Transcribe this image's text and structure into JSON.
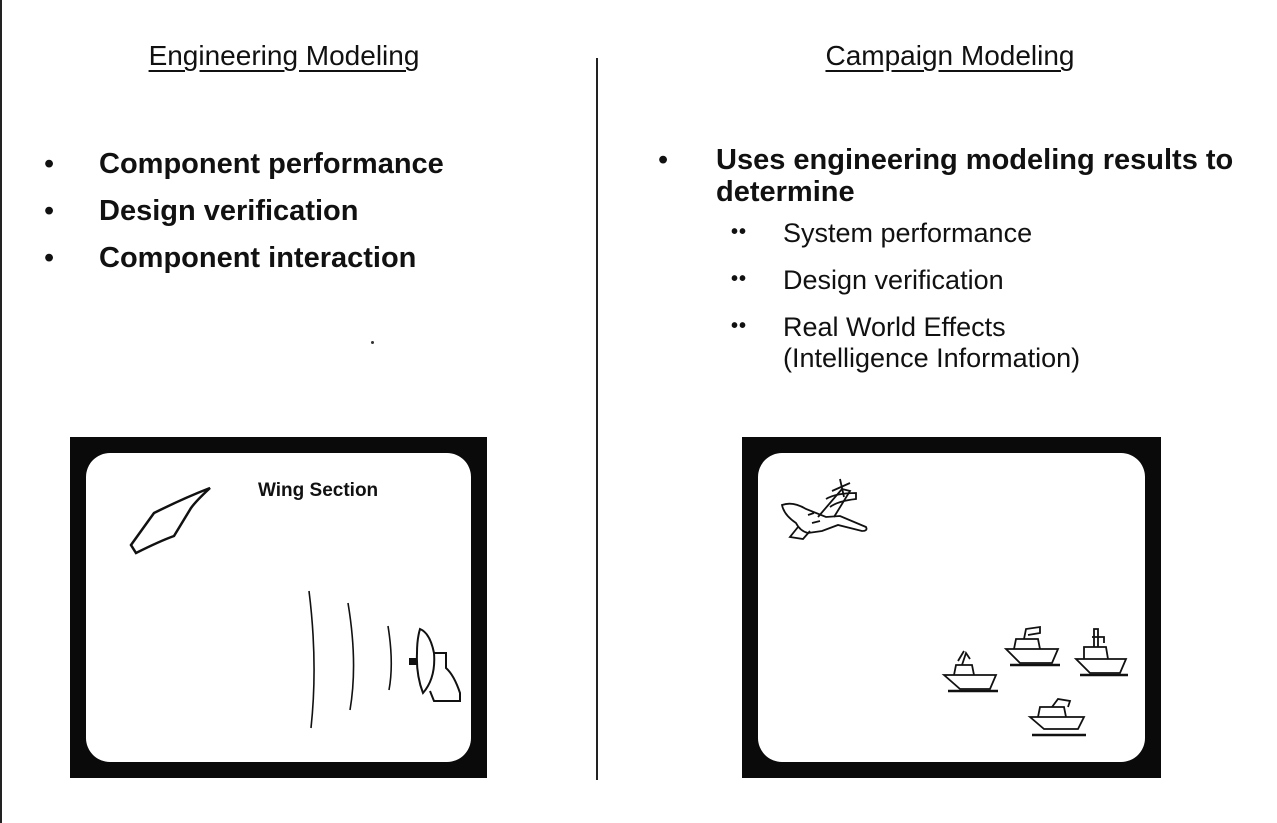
{
  "left": {
    "heading": "Engineering Modeling",
    "bullets": [
      "Component performance",
      "Design verification",
      "Component interaction"
    ],
    "screen_label": "Wing Section"
  },
  "right": {
    "heading": "Campaign Modeling",
    "bullet": "Uses engineering modeling results to determine",
    "sub_bullets": [
      "System performance",
      "Design verification",
      "Real World Effects",
      "(Intelligence Information)"
    ]
  },
  "icons": {
    "left_screen": [
      "wing-section-icon",
      "radar-wave-icon",
      "radar-dish-icon"
    ],
    "right_screen": [
      "aircraft-icon",
      "ship-icon"
    ]
  }
}
